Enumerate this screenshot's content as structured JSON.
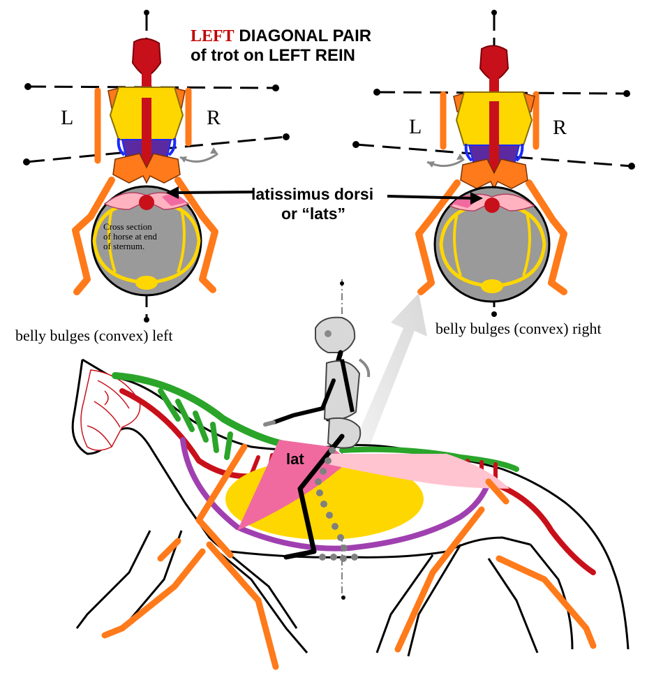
{
  "title": {
    "line1_highlight": "LEFT",
    "line1_rest": " DIAGONAL PAIR",
    "line2": "of trot on LEFT REIN"
  },
  "left_panel": {
    "label_left": "L",
    "label_right": "R",
    "caption": "belly bulges (convex)  left",
    "cross_section_note": "Cross section\nof horse at end\nof sternum."
  },
  "right_panel": {
    "label_left": "L",
    "label_right": "R",
    "caption": "belly bulges (convex) right"
  },
  "muscle_label": {
    "line1": "latissimus dorsi",
    "line2": "or “lats”"
  },
  "horse_label": "lat",
  "colors": {
    "accent_red": "#c00000",
    "bone_orange": "#ff7a1a",
    "pelvis_yellow": "#ffd700",
    "spine_red": "#c8101a",
    "neck_green": "#2aa52a",
    "belly_purple": "#a040b0",
    "lat_pink": "#f06aa0",
    "belly_gray": "#9a9a9a"
  },
  "icons": [
    "double-arrow-icon",
    "pointer-arrow-icon",
    "skeleton-rider-icon"
  ]
}
